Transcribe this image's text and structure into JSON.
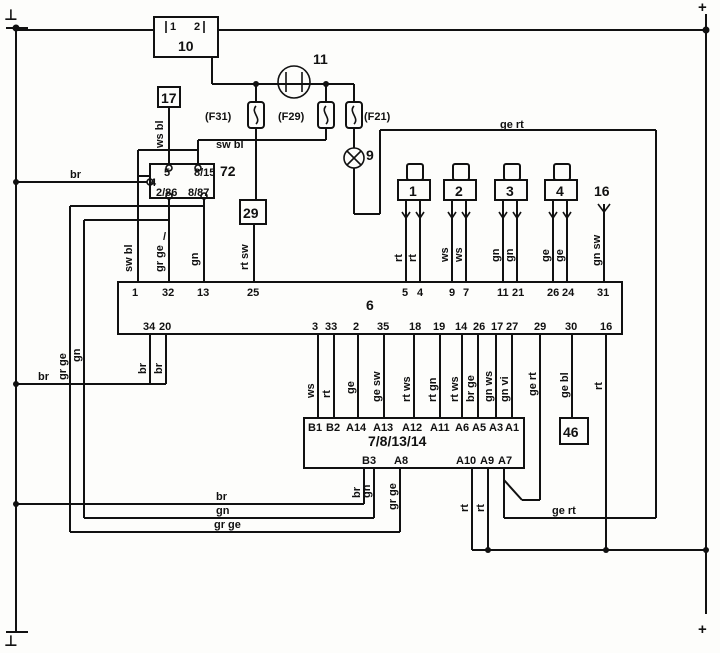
{
  "rails": {
    "ground_top": "⊥",
    "ground_bottom": "⊥",
    "plus_top": "+",
    "plus_bottom": "+"
  },
  "components": {
    "c10": {
      "label": "10",
      "pin_left": "1",
      "pin_right": "2"
    },
    "c11": {
      "label": "11"
    },
    "c17": {
      "label": "17"
    },
    "c29": {
      "label": "29"
    },
    "c46": {
      "label": "46"
    },
    "c9": {
      "label": "9"
    },
    "c16": {
      "label": "16"
    },
    "f31": {
      "label": "(F31)"
    },
    "f29": {
      "label": "(F29)"
    },
    "f21": {
      "label": "(F21)"
    },
    "relay72": {
      "label": "72",
      "pin_5": "5",
      "pin_815": "8/15",
      "pin_4": "4",
      "pin_286": "2/86",
      "pin_887": "8/87"
    },
    "inj": [
      "1",
      "2",
      "3",
      "4"
    ],
    "ecu6": {
      "label": "6",
      "top_pins": [
        "1",
        "32",
        "13",
        "25",
        "5",
        "4",
        "9",
        "7",
        "11",
        "21",
        "26",
        "24",
        "31"
      ],
      "bottom_pins": [
        "34",
        "20",
        "3",
        "33",
        "2",
        "35",
        "18",
        "19",
        "14",
        "26",
        "17",
        "27",
        "29",
        "30",
        "16"
      ]
    },
    "conn7": {
      "label": "7/8/13/14",
      "top_pins": [
        "B1",
        "B2",
        "A14",
        "A13",
        "A12",
        "A11",
        "A6",
        "A5",
        "A3",
        "A1"
      ],
      "bottom_pins": [
        "B3",
        "A8",
        "A10",
        "A9",
        "A7"
      ]
    }
  },
  "wire_labels": {
    "ws_bl": "ws bl",
    "sw_bl_top": "sw bl",
    "br_left": "br",
    "ge_rt_top": "ge rt",
    "sw_bl_v": "sw bl",
    "slash": "/",
    "gr_ge_v": "gr ge",
    "gn_v": "gn",
    "rt_sw_v": "rt sw",
    "rt_5": "rt",
    "rt_4": "rt",
    "ws_9": "ws",
    "ws_7": "ws",
    "gn_11": "gn",
    "gn_21": "gn",
    "ge_26": "ge",
    "ge_24": "ge",
    "gn_sw_31": "gn sw",
    "gr_ge_left": "gr ge",
    "gn_left": "gn",
    "br_low": "br",
    "br_34": "br",
    "br_20": "br",
    "ws_3": "ws",
    "rt_33": "rt",
    "ge_2": "ge",
    "ge_sw_35": "ge sw",
    "rt_ws_18": "rt ws",
    "rt_gn_19": "rt gn",
    "rt_ws_14": "rt ws",
    "br_ge_26": "br ge",
    "gn_ws_17": "gn ws",
    "gn_vi_27": "gn vi",
    "ge_rt_29": "ge rt",
    "ge_bl_30": "ge bl",
    "rt_16": "rt",
    "br_b3": "br",
    "gn_b3": "gn",
    "gr_ge_a8": "gr ge",
    "br_bottom": "br",
    "gn_bottom": "gn",
    "gr_ge_bottom": "gr ge",
    "rt_a10": "rt",
    "rt_a9": "rt",
    "ge_rt_a7": "ge rt"
  }
}
